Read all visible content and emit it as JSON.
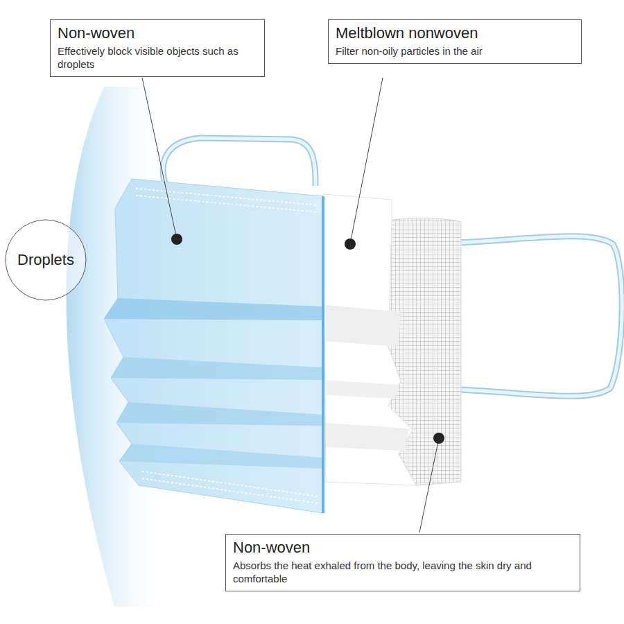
{
  "diagram": {
    "nodes": [
      {
        "text": [
          "Non-woven",
          "Effectively block visible objects such as droplets"
        ]
      },
      {
        "text": [
          "Meltblown nonwoven",
          "Filter non-oily particles in the air"
        ]
      },
      {
        "text": [
          "Droplets"
        ]
      },
      {
        "text": [
          "Non-woven",
          "Absorbs the heat exhaled from the body, leaving the skin dry and comfortable"
        ]
      }
    ]
  }
}
